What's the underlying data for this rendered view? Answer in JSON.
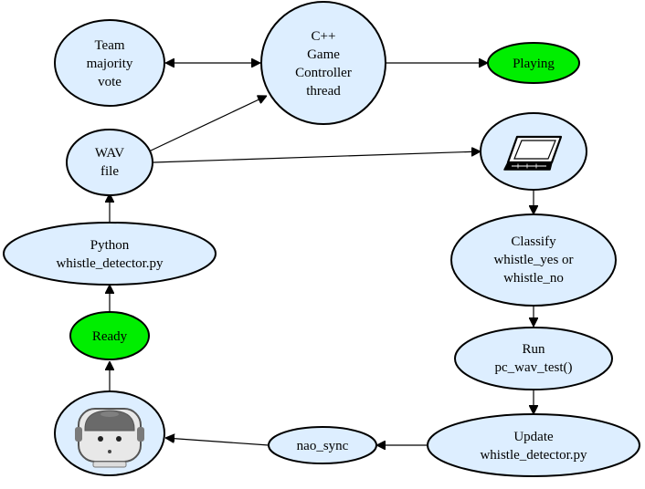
{
  "diagram": {
    "nodes": {
      "team_vote": {
        "lines": [
          "Team",
          "majority",
          "vote"
        ]
      },
      "cpp_thread": {
        "lines": [
          "C++",
          "Game",
          "Controller",
          "thread"
        ]
      },
      "playing": {
        "lines": [
          "Playing"
        ]
      },
      "wav_file": {
        "lines": [
          "WAV",
          "file"
        ]
      },
      "laptop": {
        "icon": "laptop-icon"
      },
      "python_detector": {
        "lines": [
          "Python",
          "whistle_detector.py"
        ]
      },
      "classify": {
        "lines": [
          "Classify",
          "whistle_yes or",
          "whistle_no"
        ]
      },
      "ready": {
        "lines": [
          "Ready"
        ]
      },
      "run_test": {
        "lines": [
          "Run",
          "pc_wav_test()"
        ]
      },
      "robot": {
        "icon": "robot-icon"
      },
      "nao_sync": {
        "lines": [
          "nao_sync"
        ]
      },
      "update_detector": {
        "lines": [
          "Update",
          "whistle_detector.py"
        ]
      }
    },
    "colors": {
      "node_fill": "#ddeeff",
      "status_fill": "#00ee00",
      "stroke": "#000000"
    }
  }
}
